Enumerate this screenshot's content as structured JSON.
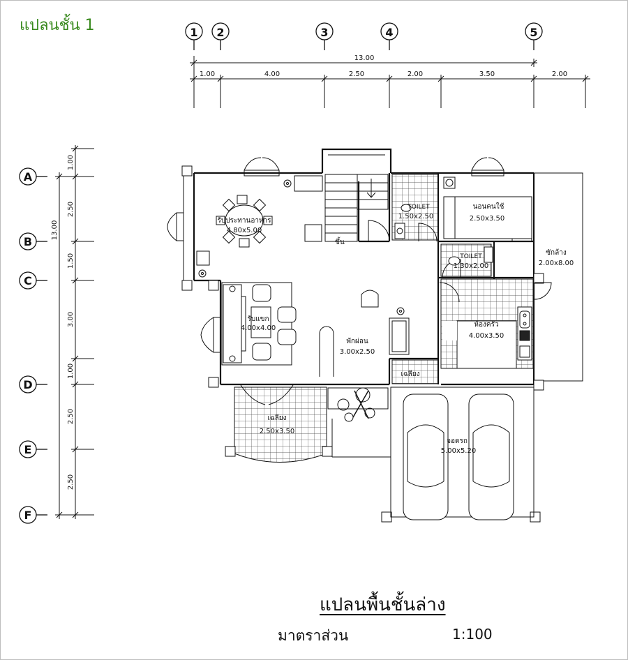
{
  "header": {
    "title": "แปลนชั้น 1"
  },
  "grid": {
    "columns": [
      "1",
      "2",
      "3",
      "4",
      "5"
    ],
    "rows": [
      "A",
      "B",
      "C",
      "D",
      "E",
      "F"
    ],
    "overall_width": "13.00",
    "overall_depth": "13.00",
    "x_dims": [
      "1.00",
      "4.00",
      "2.50",
      "2.00",
      "3.50",
      "2.00"
    ],
    "y_dims": [
      "1.00",
      "2.50",
      "1.50",
      "3.00",
      "1.00",
      "2.50",
      "2.50"
    ]
  },
  "rooms": {
    "dining": {
      "name": "รับประทานอาหาร",
      "size": "4.80x5.00"
    },
    "living": {
      "name": "รับแขก",
      "size": "4.00x4.00"
    },
    "family": {
      "name": "พักผ่อน",
      "size": "3.00x2.50"
    },
    "terrace_front": {
      "name": "เฉลียง",
      "size": "2.50x3.50"
    },
    "terrace_small": {
      "name": "เฉลียง"
    },
    "toilet_1": {
      "name": "TOILET",
      "size": "1.50x2.50"
    },
    "toilet_2": {
      "name": "TOILET",
      "size": "1.30x2.00"
    },
    "maid_room": {
      "name": "นอนคนใช้",
      "size": "2.50x3.50"
    },
    "kitchen": {
      "name": "ห้องครัว",
      "size": "4.00x3.50"
    },
    "laundry": {
      "name": "ซักล้าง",
      "size": "2.00x8.00"
    },
    "carport": {
      "name": "จอดรถ",
      "size": "5.00x5.20"
    },
    "stair": {
      "name": "ขึ้น"
    }
  },
  "footer": {
    "title": "แปลนพื้นชั้นล่าง",
    "scale_label": "มาตราส่วน",
    "scale_value": "1:100"
  }
}
